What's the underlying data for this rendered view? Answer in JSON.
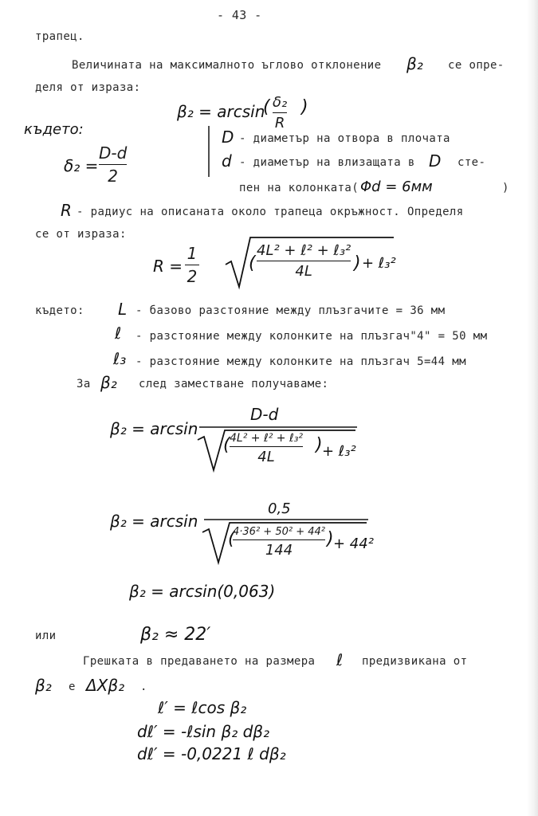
{
  "page_number": "- 43 -",
  "lines": {
    "l1": "трапец.",
    "l2": "Величината на максималното ъглово отклонение",
    "l2b": "се опре-",
    "l3": "деля от израза:",
    "l4_kadeto": "където:",
    "d_diam": "- диаметър на отвора в плочата",
    "d_small": "- диаметър на влизащата в",
    "d_small_b": "сте-",
    "d_small_c": "пен на колонката(",
    "d_small_d": ")",
    "r_line": "- радиус на описаната около трапеца окръжност. Определя",
    "r_line2": "се от израза:",
    "kadeto2": "където:",
    "L_desc": "- базово разстояние между плъзгачите = 36 мм",
    "l_desc": "- разстояние между колонките на плъзгач\"4\" = 50 мм",
    "l3_desc": "- разстояние между колонките на плъзгач 5=44 мм",
    "za": "За",
    "za_b": "след заместване получаваме:",
    "ili": "или",
    "error1": "Грешката в предаването на размера",
    "error1b": "предизвикана от",
    "error2": "е",
    "error2b": "."
  },
  "math": {
    "beta2": "β₂",
    "beta2_arcsin": "β₂ = arcsin",
    "delta2_over": "δ₂",
    "R_sym": "R",
    "delta2_eq": "δ₂ =",
    "D_minus_d": "D-d",
    "two": "2",
    "D_sym": "D",
    "d_sym": "d",
    "phi_d": "Φd = 6мм",
    "R_eq": "R =",
    "one": "1",
    "sqrt_num": "4L² + ℓ² + ℓ₃²",
    "sqrt_den": "4L",
    "plus_l3sq": "+ ℓ₃²",
    "L_sym": "L",
    "l_sym": "ℓ",
    "l3_sym": "ℓ₃",
    "f1_lhs": "β₂ = arcsin",
    "f1_num": "D-d",
    "f1_sqrt_num": "4L² + ℓ² + ℓ₃²",
    "f1_sqrt_den": "4L",
    "f1_plus": "+ ℓ₃²",
    "f2_lhs": "β₂ = arcsin",
    "f2_num": "0,5",
    "f2_sqrt_num": "4·36² + 50² + 44²",
    "f2_sqrt_den": "144",
    "f2_plus": "+ 44²",
    "f3": "β₂ = arcsin(0,063)",
    "f4": "β₂ ≈ 22′",
    "delta_x": "ΔXβ₂",
    "e1": "ℓ′ = ℓcos β₂",
    "e2": "dℓ′ = -ℓsin β₂ dβ₂",
    "e3": "dℓ′ = -0,0221 ℓ dβ₂"
  }
}
